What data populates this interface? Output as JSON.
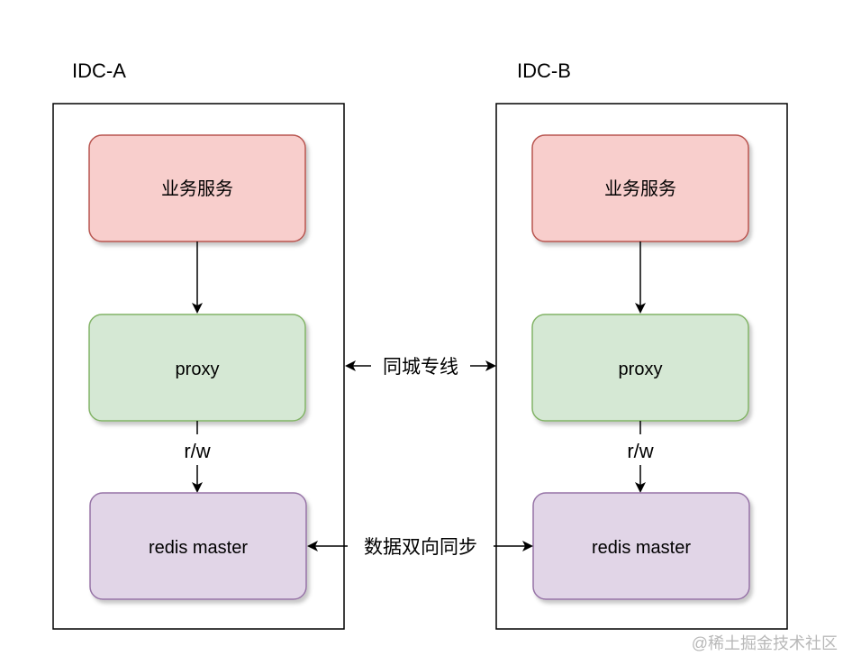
{
  "idcs": [
    {
      "title": "IDC-A",
      "nodes": {
        "service": "业务服务",
        "proxy": "proxy",
        "redis": "redis master"
      },
      "rw_label": "r/w"
    },
    {
      "title": "IDC-B",
      "nodes": {
        "service": "业务服务",
        "proxy": "proxy",
        "redis": "redis master"
      },
      "rw_label": "r/w"
    }
  ],
  "links": {
    "dedicated_line": "同城专线",
    "bidirectional_sync": "数据双向同步"
  },
  "colors": {
    "service_fill": "#f8cecc",
    "service_stroke": "#b85450",
    "proxy_fill": "#d5e8d4",
    "proxy_stroke": "#82b366",
    "redis_fill": "#e1d5e7",
    "redis_stroke": "#9673a6"
  },
  "watermark": "@稀土掘金技术社区"
}
